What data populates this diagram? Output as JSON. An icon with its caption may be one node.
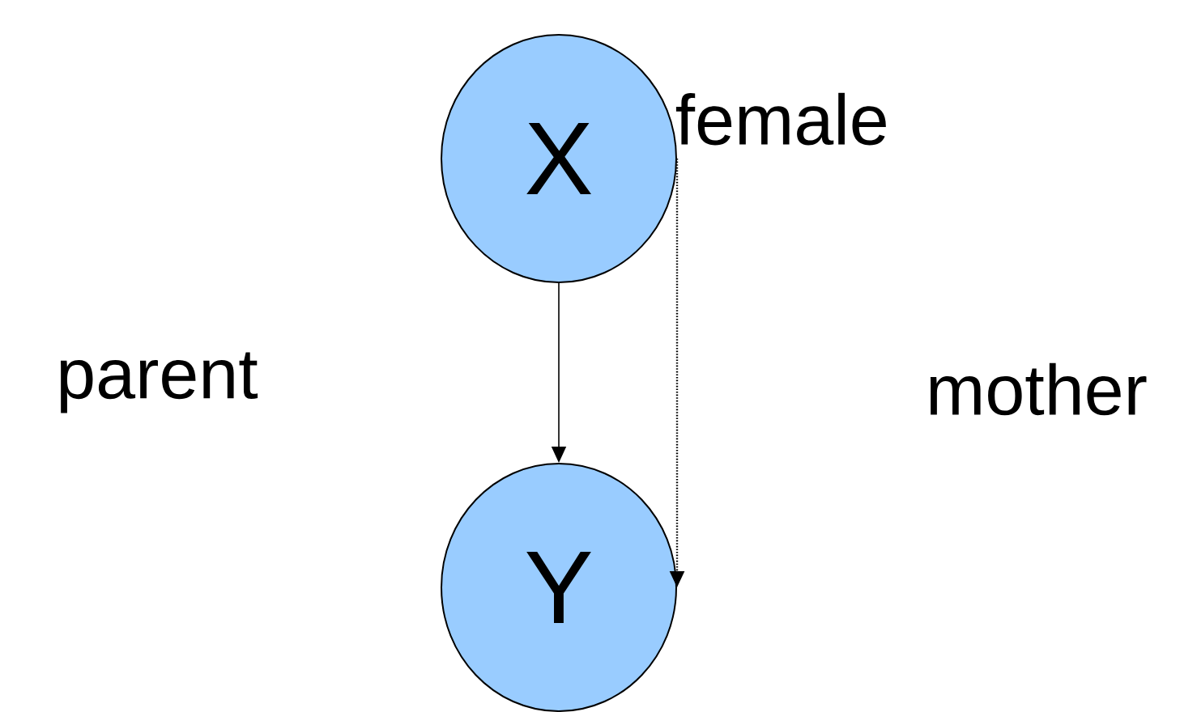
{
  "diagram": {
    "nodes": [
      {
        "text": [
          "X"
        ],
        "beside": [
          "female"
        ]
      },
      {
        "text": [
          "Y"
        ]
      }
    ],
    "edges": [
      {
        "from": 0,
        "to": 1,
        "arrow": "to",
        "label": "parent"
      },
      {
        "from": 0,
        "to": 1,
        "arrow": "to",
        "label": "mother",
        "style": "dashed"
      }
    ]
  }
}
